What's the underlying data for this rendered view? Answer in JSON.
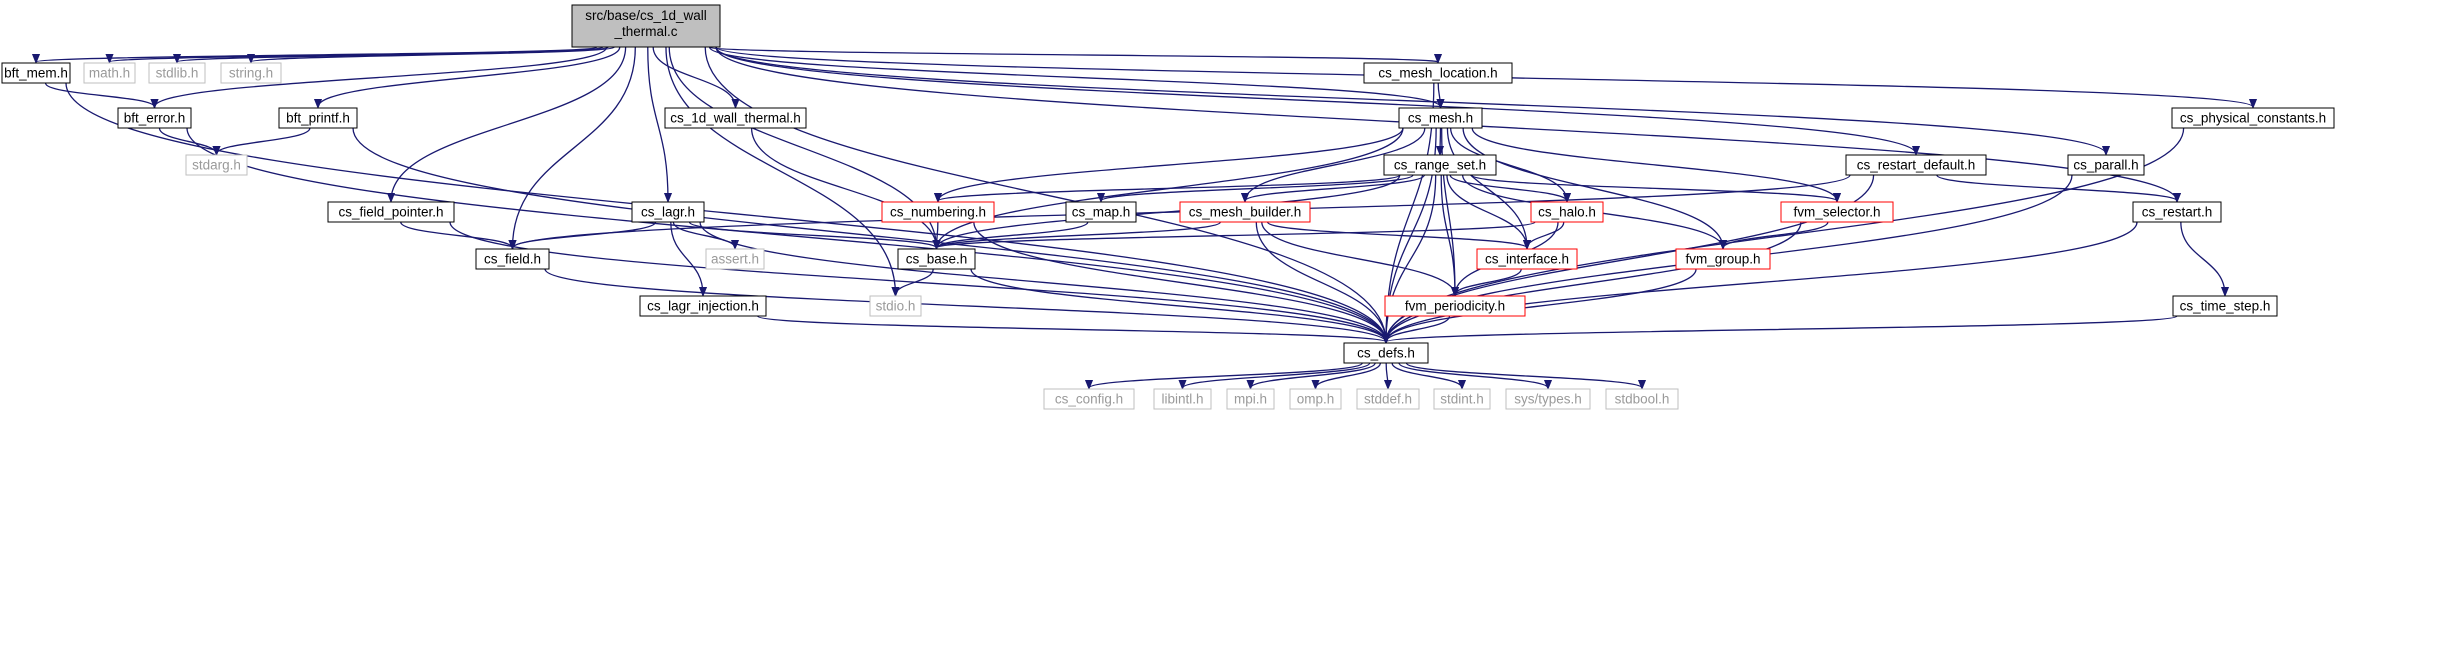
{
  "diagram": {
    "nodes": [
      {
        "id": "root",
        "lines": [
          "src/base/cs_1d_wall",
          "_thermal.c"
        ],
        "style": "root"
      },
      {
        "id": "bft_mem",
        "lines": [
          "bft_mem.h"
        ],
        "style": "black"
      },
      {
        "id": "math",
        "lines": [
          "math.h"
        ],
        "style": "gray"
      },
      {
        "id": "stdlib",
        "lines": [
          "stdlib.h"
        ],
        "style": "gray"
      },
      {
        "id": "string",
        "lines": [
          "string.h"
        ],
        "style": "gray"
      },
      {
        "id": "bft_error",
        "lines": [
          "bft_error.h"
        ],
        "style": "black"
      },
      {
        "id": "bft_printf",
        "lines": [
          "bft_printf.h"
        ],
        "style": "black"
      },
      {
        "id": "stdarg",
        "lines": [
          "stdarg.h"
        ],
        "style": "gray"
      },
      {
        "id": "cs_1d",
        "lines": [
          "cs_1d_wall_thermal.h"
        ],
        "style": "black"
      },
      {
        "id": "cs_mesh_location",
        "lines": [
          "cs_mesh_location.h"
        ],
        "style": "black"
      },
      {
        "id": "cs_mesh",
        "lines": [
          "cs_mesh.h"
        ],
        "style": "black"
      },
      {
        "id": "cs_physical_constants",
        "lines": [
          "cs_physical_constants.h"
        ],
        "style": "black"
      },
      {
        "id": "cs_parall",
        "lines": [
          "cs_parall.h"
        ],
        "style": "black"
      },
      {
        "id": "cs_restart_default",
        "lines": [
          "cs_restart_default.h"
        ],
        "style": "black"
      },
      {
        "id": "cs_range_set",
        "lines": [
          "cs_range_set.h"
        ],
        "style": "black"
      },
      {
        "id": "cs_field_pointer",
        "lines": [
          "cs_field_pointer.h"
        ],
        "style": "black"
      },
      {
        "id": "cs_lagr",
        "lines": [
          "cs_lagr.h"
        ],
        "style": "black"
      },
      {
        "id": "cs_numbering",
        "lines": [
          "cs_numbering.h"
        ],
        "style": "red"
      },
      {
        "id": "cs_map",
        "lines": [
          "cs_map.h"
        ],
        "style": "black"
      },
      {
        "id": "cs_mesh_builder",
        "lines": [
          "cs_mesh_builder.h"
        ],
        "style": "red"
      },
      {
        "id": "cs_halo",
        "lines": [
          "cs_halo.h"
        ],
        "style": "red"
      },
      {
        "id": "fvm_selector",
        "lines": [
          "fvm_selector.h"
        ],
        "style": "red"
      },
      {
        "id": "cs_restart",
        "lines": [
          "cs_restart.h"
        ],
        "style": "black"
      },
      {
        "id": "cs_field",
        "lines": [
          "cs_field.h"
        ],
        "style": "black"
      },
      {
        "id": "assert",
        "lines": [
          "assert.h"
        ],
        "style": "gray"
      },
      {
        "id": "cs_base",
        "lines": [
          "cs_base.h"
        ],
        "style": "black"
      },
      {
        "id": "cs_interface",
        "lines": [
          "cs_interface.h"
        ],
        "style": "red"
      },
      {
        "id": "fvm_group",
        "lines": [
          "fvm_group.h"
        ],
        "style": "red"
      },
      {
        "id": "stdio",
        "lines": [
          "stdio.h"
        ],
        "style": "gray"
      },
      {
        "id": "cs_lagr_injection",
        "lines": [
          "cs_lagr_injection.h"
        ],
        "style": "black"
      },
      {
        "id": "fvm_periodicity",
        "lines": [
          "fvm_periodicity.h"
        ],
        "style": "red"
      },
      {
        "id": "cs_time_step",
        "lines": [
          "cs_time_step.h"
        ],
        "style": "black"
      },
      {
        "id": "cs_defs",
        "lines": [
          "cs_defs.h"
        ],
        "style": "black"
      },
      {
        "id": "cs_config",
        "lines": [
          "cs_config.h"
        ],
        "style": "gray"
      },
      {
        "id": "libintl",
        "lines": [
          "libintl.h"
        ],
        "style": "gray"
      },
      {
        "id": "mpi",
        "lines": [
          "mpi.h"
        ],
        "style": "gray"
      },
      {
        "id": "omp",
        "lines": [
          "omp.h"
        ],
        "style": "gray"
      },
      {
        "id": "stddef",
        "lines": [
          "stddef.h"
        ],
        "style": "gray"
      },
      {
        "id": "stdint",
        "lines": [
          "stdint.h"
        ],
        "style": "gray"
      },
      {
        "id": "systypes",
        "lines": [
          "sys/types.h"
        ],
        "style": "gray"
      },
      {
        "id": "stdbool",
        "lines": [
          "stdbool.h"
        ],
        "style": "gray"
      }
    ],
    "edges": [
      [
        "root",
        "bft_mem"
      ],
      [
        "root",
        "math"
      ],
      [
        "root",
        "stdlib"
      ],
      [
        "root",
        "string"
      ],
      [
        "root",
        "bft_error"
      ],
      [
        "root",
        "bft_printf"
      ],
      [
        "root",
        "cs_field_pointer"
      ],
      [
        "root",
        "cs_field"
      ],
      [
        "root",
        "stdio"
      ],
      [
        "root",
        "cs_lagr"
      ],
      [
        "root",
        "cs_1d"
      ],
      [
        "root",
        "cs_base"
      ],
      [
        "root",
        "cs_mesh_location"
      ],
      [
        "root",
        "cs_mesh"
      ],
      [
        "root",
        "cs_restart_default"
      ],
      [
        "root",
        "cs_parall"
      ],
      [
        "root",
        "cs_restart"
      ],
      [
        "root",
        "cs_physical_constants"
      ],
      [
        "root",
        "cs_defs"
      ],
      [
        "bft_mem",
        "bft_error"
      ],
      [
        "bft_mem",
        "cs_defs"
      ],
      [
        "bft_error",
        "stdarg"
      ],
      [
        "bft_error",
        "cs_defs"
      ],
      [
        "bft_printf",
        "stdarg"
      ],
      [
        "bft_printf",
        "cs_defs"
      ],
      [
        "cs_1d",
        "cs_base"
      ],
      [
        "cs_mesh_location",
        "cs_mesh"
      ],
      [
        "cs_mesh_location",
        "cs_defs"
      ],
      [
        "cs_mesh",
        "cs_numbering"
      ],
      [
        "cs_mesh",
        "cs_range_set"
      ],
      [
        "cs_mesh",
        "cs_mesh_builder"
      ],
      [
        "cs_mesh",
        "cs_halo"
      ],
      [
        "cs_mesh",
        "cs_interface"
      ],
      [
        "cs_mesh",
        "fvm_selector"
      ],
      [
        "cs_mesh",
        "fvm_group"
      ],
      [
        "cs_mesh",
        "fvm_periodicity"
      ],
      [
        "cs_mesh",
        "cs_base"
      ],
      [
        "cs_mesh",
        "cs_defs"
      ],
      [
        "cs_range_set",
        "cs_numbering"
      ],
      [
        "cs_range_set",
        "cs_map"
      ],
      [
        "cs_range_set",
        "cs_mesh_builder"
      ],
      [
        "cs_range_set",
        "cs_halo"
      ],
      [
        "cs_range_set",
        "fvm_selector"
      ],
      [
        "cs_range_set",
        "cs_interface"
      ],
      [
        "cs_range_set",
        "fvm_group"
      ],
      [
        "cs_range_set",
        "fvm_periodicity"
      ],
      [
        "cs_range_set",
        "cs_base"
      ],
      [
        "cs_range_set",
        "cs_defs"
      ],
      [
        "cs_restart_default",
        "cs_field"
      ],
      [
        "cs_restart_default",
        "cs_restart"
      ],
      [
        "cs_restart_default",
        "cs_defs"
      ],
      [
        "cs_parall",
        "cs_defs"
      ],
      [
        "cs_physical_constants",
        "cs_defs"
      ],
      [
        "cs_field_pointer",
        "cs_field"
      ],
      [
        "cs_field_pointer",
        "cs_defs"
      ],
      [
        "cs_lagr",
        "cs_field"
      ],
      [
        "cs_lagr",
        "assert"
      ],
      [
        "cs_lagr",
        "cs_base"
      ],
      [
        "cs_lagr",
        "cs_lagr_injection"
      ],
      [
        "cs_lagr",
        "cs_defs"
      ],
      [
        "cs_numbering",
        "cs_base"
      ],
      [
        "cs_numbering",
        "cs_defs"
      ],
      [
        "cs_map",
        "cs_base"
      ],
      [
        "cs_mesh_builder",
        "cs_base"
      ],
      [
        "cs_mesh_builder",
        "cs_interface"
      ],
      [
        "cs_mesh_builder",
        "fvm_periodicity"
      ],
      [
        "cs_mesh_builder",
        "cs_defs"
      ],
      [
        "cs_halo",
        "cs_base"
      ],
      [
        "cs_halo",
        "cs_interface"
      ],
      [
        "cs_halo",
        "fvm_periodicity"
      ],
      [
        "fvm_selector",
        "fvm_group"
      ],
      [
        "fvm_selector",
        "cs_defs"
      ],
      [
        "cs_restart",
        "cs_time_step"
      ],
      [
        "cs_restart",
        "cs_defs"
      ],
      [
        "cs_field",
        "cs_defs"
      ],
      [
        "cs_base",
        "stdio"
      ],
      [
        "cs_base",
        "cs_defs"
      ],
      [
        "cs_interface",
        "fvm_periodicity"
      ],
      [
        "fvm_group",
        "cs_defs"
      ],
      [
        "cs_lagr_injection",
        "cs_defs"
      ],
      [
        "fvm_periodicity",
        "cs_defs"
      ],
      [
        "cs_time_step",
        "cs_defs"
      ],
      [
        "cs_defs",
        "cs_config"
      ],
      [
        "cs_defs",
        "libintl"
      ],
      [
        "cs_defs",
        "mpi"
      ],
      [
        "cs_defs",
        "omp"
      ],
      [
        "cs_defs",
        "stddef"
      ],
      [
        "cs_defs",
        "stdint"
      ],
      [
        "cs_defs",
        "systypes"
      ],
      [
        "cs_defs",
        "stdbool"
      ]
    ],
    "colors": {
      "edge": "#191970",
      "black_border": "#000000",
      "gray_border": "#bfbfbf",
      "red_border": "#ff0000",
      "root_fill": "#bfbfbf",
      "text": "#000000",
      "gray_text": "#9a9a9a"
    }
  }
}
